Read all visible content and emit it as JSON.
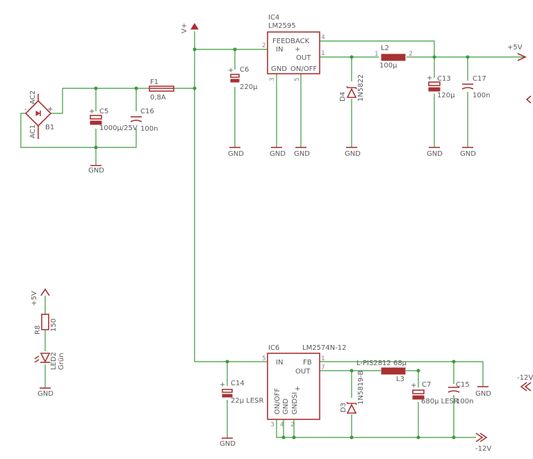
{
  "ic4": {
    "name": "IC4",
    "type": "LM2595",
    "pin_feedback": "FEEDBACK",
    "pin_in": "IN",
    "pin_out": "OUT",
    "pin_gnd": "GND",
    "pin_onoff": "ON/OFF",
    "n2": "2",
    "n4": "4",
    "n1": "1",
    "n3": "3",
    "n5": "5",
    "plus": "+"
  },
  "ic6": {
    "name": "IC6",
    "type": "LM2574N-12",
    "pin_in": "IN",
    "pin_fb": "FB",
    "pin_out": "OUT",
    "pin_onoff": "ON/OFF",
    "pin_gnd": "GND",
    "pin_gndsi": "GNDSI",
    "n5": "5",
    "n1": "1",
    "n7": "7",
    "n3": "3",
    "n4": "4",
    "n2": "2",
    "plus": "+"
  },
  "labels": {
    "vplus": "V+",
    "f1": "F1",
    "f1_val": "0,8A",
    "c6": "C6",
    "c6_val": "220µ",
    "l2": "L2",
    "l2_val": "100µ",
    "l2_p1": "1",
    "l2_p2": "2",
    "d4": "D4",
    "d4_val": "1N5822",
    "c13": "C13",
    "c13_val": "120µ",
    "c17": "C17",
    "c17_val": "100n",
    "plus5": "+5V",
    "c5": "C5",
    "c5_val": "1000µ/25V",
    "c16": "C16",
    "c16_val": "100n",
    "ac1": "AC1",
    "ac2": "AC2",
    "b1": "B1",
    "minus": "-",
    "plus": "+",
    "r8": "R8",
    "r8_val": "150",
    "led2": "LED2",
    "led2_val": "Grün",
    "plus5_led": "+5V",
    "c14": "C14",
    "c14_val": "22µ LESR",
    "d3": "D3",
    "d3_val": "1N5819-B",
    "l3": "L3",
    "l3_val": "L-PIS2812 68µ",
    "c7": "C7",
    "c7_val": "680µ LESR",
    "c15": "C15",
    "c15_val": "100n",
    "m12_right": "-12V",
    "m12_bottom": "-12V",
    "gnd": "GND"
  }
}
